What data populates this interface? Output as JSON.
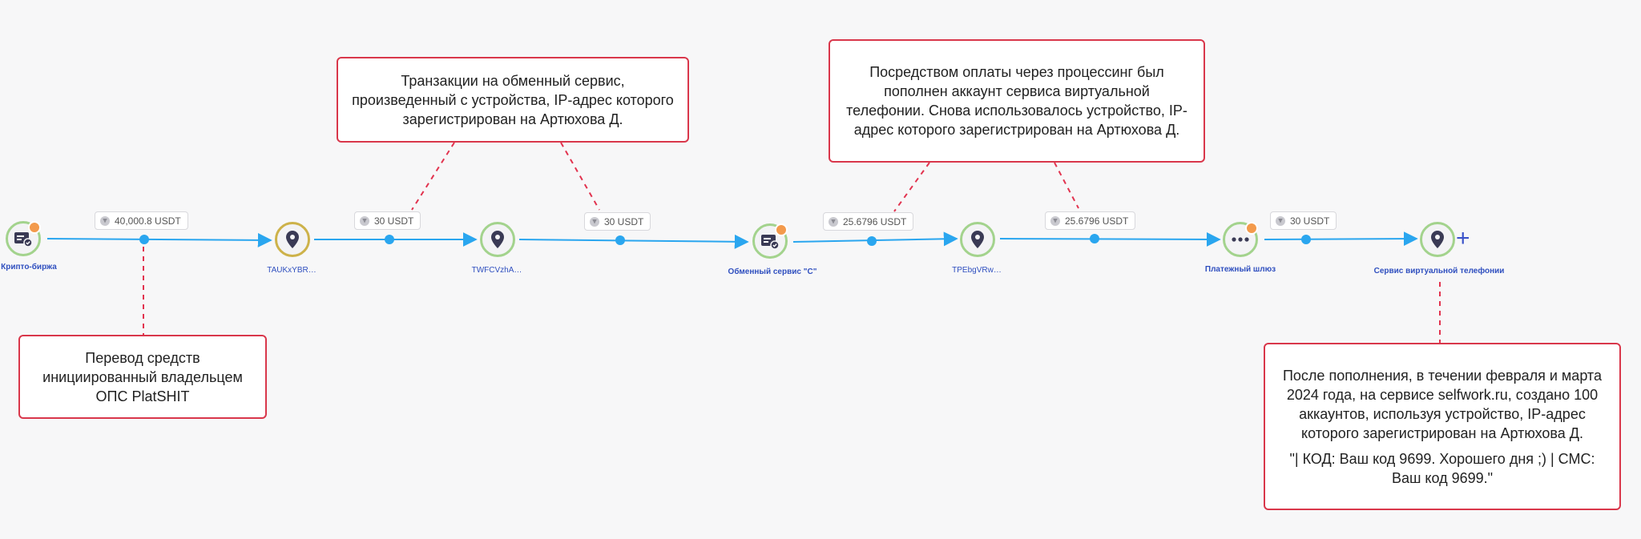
{
  "nodes": [
    {
      "label": "Крипто-биржа",
      "icon": "exchange-card-icon"
    },
    {
      "label": "TAUKxYBR…",
      "icon": "location-pin-icon"
    },
    {
      "label": "TWFCVzhA…",
      "icon": "location-pin-icon"
    },
    {
      "label": "Обменный сервис \"С\"",
      "icon": "exchange-card-icon"
    },
    {
      "label": "TPEbgVRw…",
      "icon": "location-pin-icon"
    },
    {
      "label": "Платежный шлюз",
      "icon": "more-dots-icon"
    },
    {
      "label": "Сервис виртуальной телефонии",
      "icon": "location-pin-icon"
    }
  ],
  "amounts": [
    "40,000.8 USDT",
    "30 USDT",
    "30 USDT",
    "25.6796 USDT",
    "25.6796 USDT",
    "30 USDT"
  ],
  "callouts": {
    "initiation": "Перевод средств инициированный владельцем ОПС PlatSHIT",
    "exchange": "Транзакции на обменный сервис, произведенный с устройства, IP-адрес которого зарегистрирован на Артюхова Д.",
    "telephony_topup": "Посредством оплаты через процессинг был пополнен аккаунт сервиса виртуальной телефонии. Снова использовалось устройство, IP-адрес которого зарегистрирован на Артюхова Д.",
    "accounts": "После пополнения, в течении февраля и марта 2024 года, на сервисе selfwork.ru, создано 100 аккаунтов, используя устройство, IP-адрес которого зарегистрирован на Артюхова Д.",
    "sms": "\"| КОД: Ваш код 9699. Хорошего дня ;) | СМС: Ваш код 9699.\""
  },
  "add_symbol": "+",
  "colors": {
    "flow_line": "#2aa6ef",
    "callout_border": "#d9374b",
    "connector": "#e2334f",
    "label": "#2f4fbf"
  }
}
